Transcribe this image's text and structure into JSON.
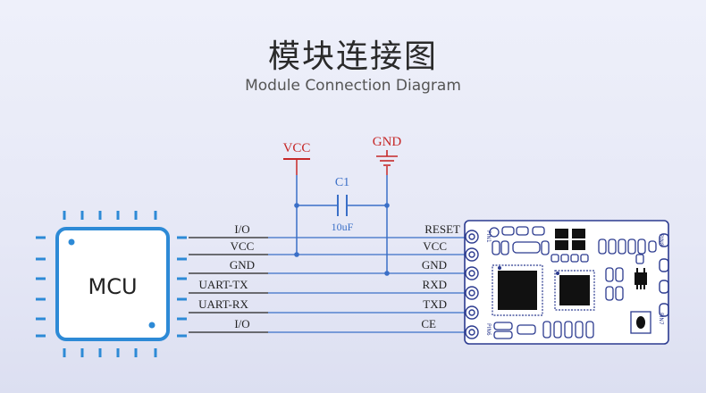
{
  "title": "模块连接图",
  "subtitle": "Module Connection Diagram",
  "mcu": {
    "label": "MCU"
  },
  "supply": {
    "vcc": "VCC",
    "gnd": "GND"
  },
  "capacitor": {
    "ref": "C1",
    "value": "10uF"
  },
  "mcu_pins": [
    "I/O",
    "VCC",
    "GND",
    "UART-TX",
    "UART-RX",
    "I/O"
  ],
  "module_pins": [
    "RESET",
    "VCC",
    "GND",
    "RXD",
    "TXD",
    "CE"
  ],
  "pcb_labels": {
    "pin1": "PIN1",
    "pin6": "PIN6",
    "pin7": "PIN7",
    "pin8": "PIN8"
  },
  "colors": {
    "mcu_border": "#2d8ad6",
    "trace": "#3a6fc7",
    "power": "#c62828",
    "text": "#222222"
  }
}
